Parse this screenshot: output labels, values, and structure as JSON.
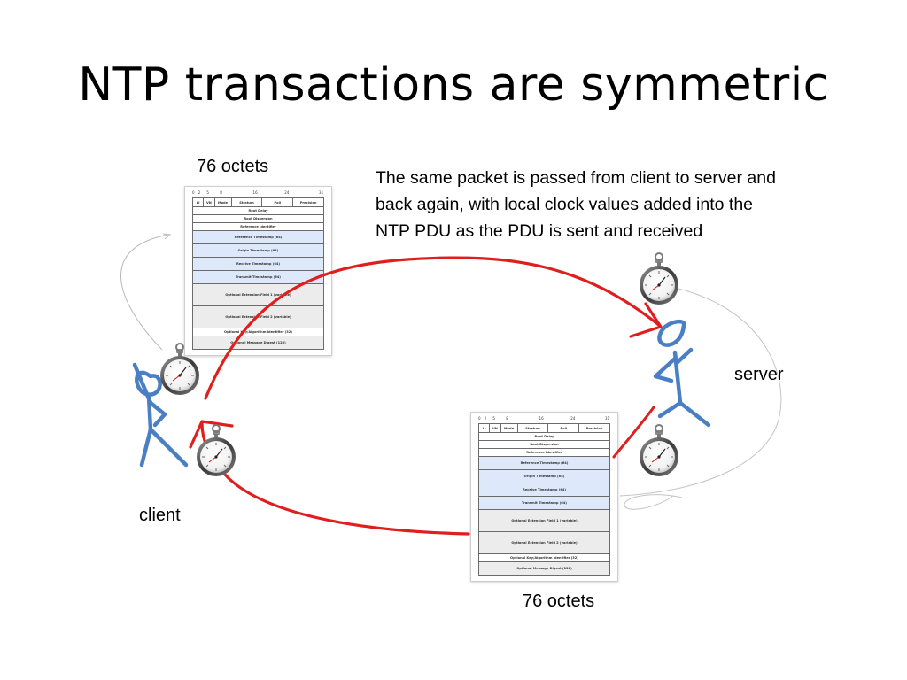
{
  "slide": {
    "title": "NTP transactions are symmetric",
    "caption_lines": [
      "The same packet is passed from client to server and",
      "back again, with local clock values added into the",
      "NTP PDU as the PDU is sent and received"
    ],
    "top_octets_label": "76 octets",
    "bottom_octets_label": "76 octets",
    "client_label": "client",
    "server_label": "server"
  },
  "pdu": {
    "bit_markers": [
      "0",
      "2",
      "5",
      "8",
      "16",
      "24",
      "31"
    ],
    "header_cells": [
      "LI",
      "VN",
      "Mode",
      "Stratum",
      "Poll",
      "Precision"
    ],
    "fields": [
      "Root Delay",
      "Root Dispersion",
      "Reference Identifier",
      "Reference Timestamp (64)",
      "Origin Timestamp (64)",
      "Receive Timestamp (64)",
      "Transmit Timestamp (64)",
      "Optional Extension Field 1 (variable)",
      "Optional Extension Field 2 (variable)",
      "Optional Key/Algorithm Identifier (32)",
      "Optional Message Digest (128)"
    ]
  },
  "colors": {
    "arrow": "#e01e1e",
    "stick_figure": "#4a7fc4",
    "pdu_blue": "#dde8fb",
    "pdu_gray": "#ececec"
  },
  "icons": [
    "stopwatch-icon",
    "stick-figure-icon"
  ]
}
